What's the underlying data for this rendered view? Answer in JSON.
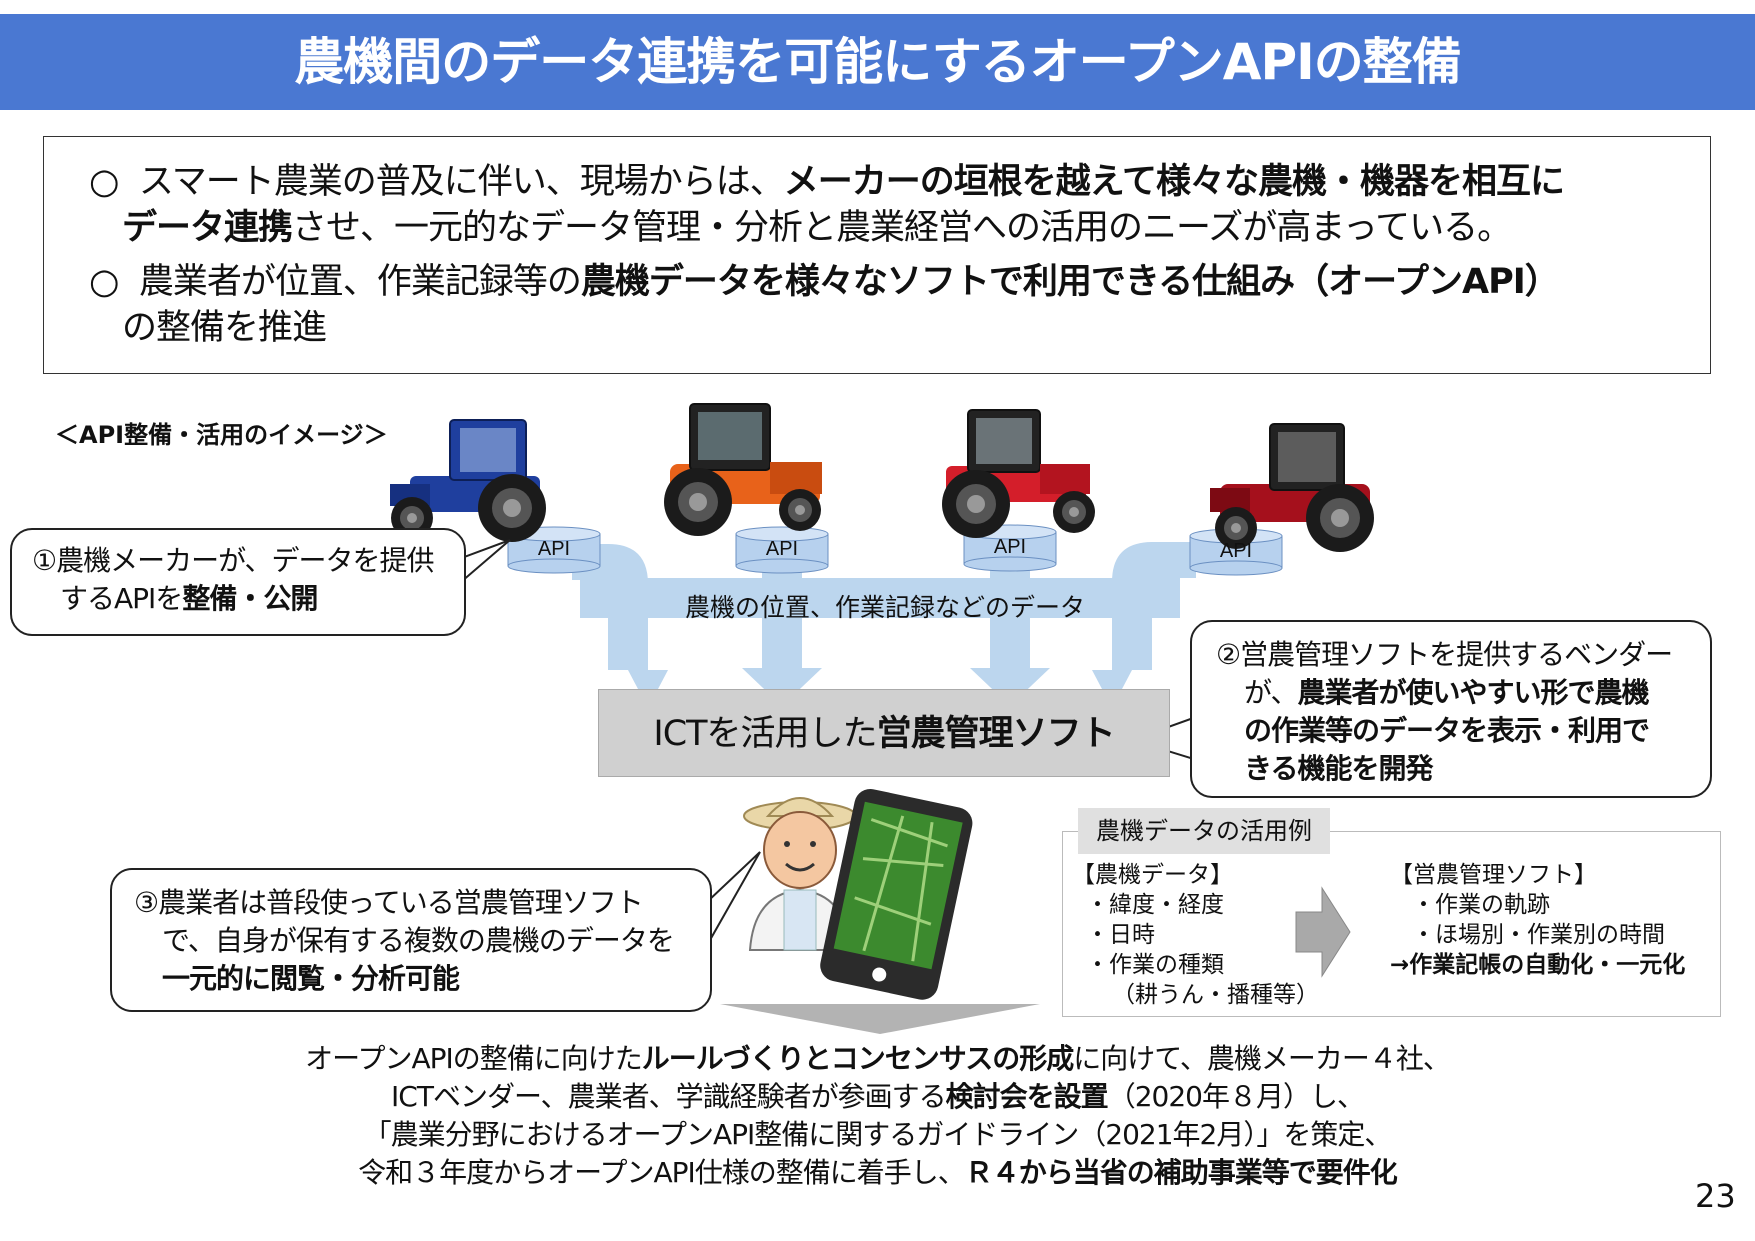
{
  "title": "農機間のデータ連携を可能にするオープンAPIの整備",
  "intro": {
    "bullet": "○",
    "p1_a": "スマート農業の普及に伴い、現場からは、",
    "p1_b": "メーカーの垣根を越えて様々な農機・機器を相互に",
    "p1_c": "データ連携",
    "p1_d": "させ、一元的なデータ管理・分析と農業経営への活用のニーズが高まっている。",
    "p2_a": "農業者が位置、作業記録等の",
    "p2_b": "農機データを様々なソフトで利用できる仕組み（オープンAPI）",
    "p2_c": "の整備を推進"
  },
  "image_caption": "＜API整備・活用のイメージ＞",
  "api_label": "API",
  "data_flow_label": "農機の位置、作業記録などのデータ",
  "callout1": {
    "a": "①農機メーカーが、データを提供",
    "b": "するAPIを",
    "c": "整備・公開"
  },
  "callout2": {
    "a": "②営農管理ソフトを提供するベンダー",
    "b": "が、",
    "c": "農業者が使いやすい形で農機",
    "d": "の作業等のデータを表示・利用で",
    "e": "きる機能を開発"
  },
  "callout3": {
    "a": "③農業者は普段使っている営農管理ソフト",
    "b": "で、自身が保有する複数の農機のデータを",
    "c": "一元的に閲覧・分析可能"
  },
  "software_box": {
    "a": "ICTを活用した",
    "b": "営農管理ソフト"
  },
  "usage": {
    "tab": "農機データの活用例",
    "left": [
      "【農機データ】",
      "・緯度・経度",
      "・日時",
      "・作業の種類",
      "（耕うん・播種等）"
    ],
    "right": [
      "【営農管理ソフト】",
      "・作業の軌跡",
      "・ほ場別・作業別の時間"
    ],
    "right_bold": "→作業記帳の自動化・一元化"
  },
  "bottom": {
    "l1_a": "オープンAPIの整備に向けた",
    "l1_b": "ルールづくりとコンセンサスの形成",
    "l1_c": "に向けて、農機メーカー４社、",
    "l2_a": "ICTベンダー、農業者、学識経験者が参画する",
    "l2_b": "検討会を設置",
    "l2_c": "（2020年８月）し、",
    "l3": "「農業分野におけるオープンAPI整備に関するガイドライン（2021年2月）」を策定、",
    "l4_a": "令和３年度からオープンAPI仕様の整備に着手し、",
    "l4_b": "Ｒ４から当省の補助事業等で要件化"
  },
  "page_number": "23",
  "colors": {
    "title_bg": "#4a78d2",
    "arrow": "#bcd6ee",
    "api_cyl": "#b7d1ee",
    "soft_box": "#d0d0d0",
    "tractor_blue": "#1f3f9e",
    "tractor_orange": "#e8621a",
    "tractor_red": "#d41e2a",
    "tractor_darkred": "#a5101c"
  }
}
